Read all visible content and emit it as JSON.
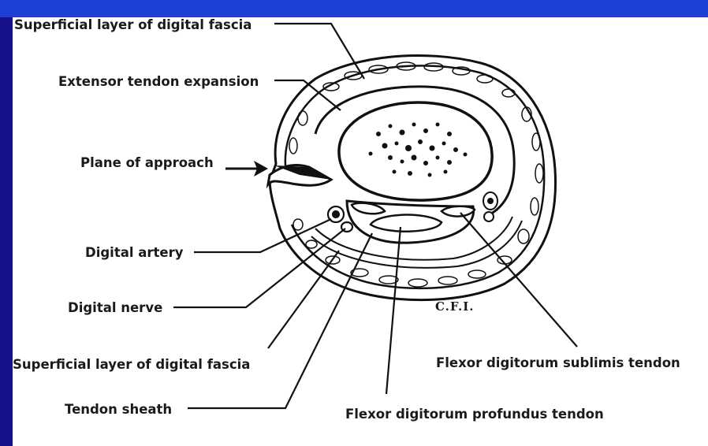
{
  "labels": {
    "superficial_top": "Superficial layer of digital fascia",
    "extensor": "Extensor tendon expansion",
    "plane": "Plane of approach",
    "artery": "Digital artery",
    "nerve": "Digital nerve",
    "superficial_bottom": "Superficial layer of digital fascia",
    "sheath": "Tendon sheath",
    "sublimis": "Flexor digitorum sublimis tendon",
    "profundus": "Flexor digitorum profundus tendon"
  },
  "signature": "C.F.I.",
  "colors": {
    "top_bar": "#1e3fd6",
    "side_bar": "#15128c",
    "ink": "#111111",
    "background": "#ffffff"
  }
}
